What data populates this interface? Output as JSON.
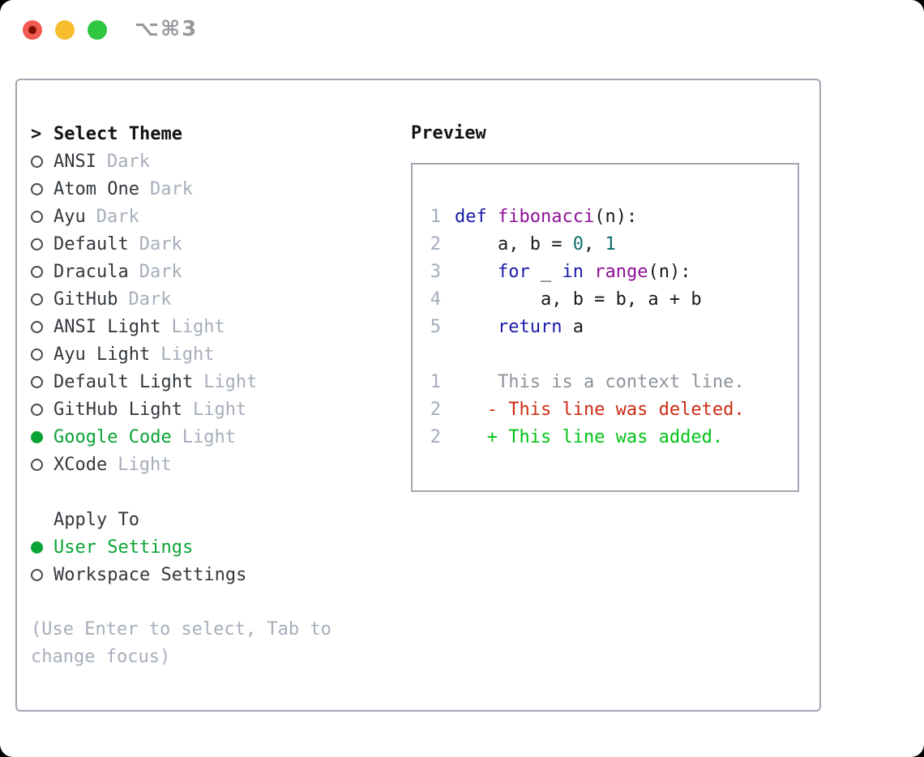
{
  "window": {
    "title": "⌥⌘3"
  },
  "theme_selector": {
    "pointer": ">",
    "title": "Select Theme",
    "items": [
      {
        "name": "ANSI",
        "variant": "Dark",
        "selected": false
      },
      {
        "name": "Atom One",
        "variant": "Dark",
        "selected": false
      },
      {
        "name": "Ayu",
        "variant": "Dark",
        "selected": false
      },
      {
        "name": "Default",
        "variant": "Dark",
        "selected": false
      },
      {
        "name": "Dracula",
        "variant": "Dark",
        "selected": false
      },
      {
        "name": "GitHub",
        "variant": "Dark",
        "selected": false
      },
      {
        "name": "ANSI Light",
        "variant": "Light",
        "selected": false
      },
      {
        "name": "Ayu Light",
        "variant": "Light",
        "selected": false
      },
      {
        "name": "Default Light",
        "variant": "Light",
        "selected": false
      },
      {
        "name": "GitHub Light",
        "variant": "Light",
        "selected": false
      },
      {
        "name": "Google Code",
        "variant": "Light",
        "selected": true
      },
      {
        "name": "XCode",
        "variant": "Light",
        "selected": false
      }
    ],
    "apply_to": {
      "label": "Apply To",
      "options": [
        {
          "label": "User Settings",
          "selected": true
        },
        {
          "label": "Workspace Settings",
          "selected": false
        }
      ]
    },
    "hint_lines": [
      "(Use Enter to select, Tab to",
      "change focus)"
    ]
  },
  "preview": {
    "title": "Preview",
    "lines": [
      {
        "num": "1",
        "tokens": [
          {
            "t": "def",
            "c": "keyword"
          },
          {
            "t": " ",
            "c": "plain"
          },
          {
            "t": "fibonacci",
            "c": "function"
          },
          {
            "t": "(n):",
            "c": "plain"
          }
        ]
      },
      {
        "num": "2",
        "tokens": [
          {
            "t": "    a, b = ",
            "c": "plain"
          },
          {
            "t": "0",
            "c": "literal"
          },
          {
            "t": ", ",
            "c": "plain"
          },
          {
            "t": "1",
            "c": "literal"
          }
        ]
      },
      {
        "num": "3",
        "tokens": [
          {
            "t": "    ",
            "c": "plain"
          },
          {
            "t": "for",
            "c": "keyword"
          },
          {
            "t": " _ ",
            "c": "plain"
          },
          {
            "t": "in",
            "c": "keyword"
          },
          {
            "t": " ",
            "c": "plain"
          },
          {
            "t": "range",
            "c": "function"
          },
          {
            "t": "(n):",
            "c": "plain"
          }
        ]
      },
      {
        "num": "4",
        "tokens": [
          {
            "t": "        a, b = b, a + b",
            "c": "plain"
          }
        ]
      },
      {
        "num": "5",
        "tokens": [
          {
            "t": "    ",
            "c": "plain"
          },
          {
            "t": "return",
            "c": "keyword"
          },
          {
            "t": " a",
            "c": "plain"
          }
        ]
      },
      {
        "num": "",
        "tokens": []
      },
      {
        "num": "1",
        "tokens": [
          {
            "t": "    This is a context line.",
            "c": "context"
          }
        ]
      },
      {
        "num": "2",
        "tokens": [
          {
            "t": "   - This line was deleted.",
            "c": "deleted"
          }
        ]
      },
      {
        "num": "2",
        "tokens": [
          {
            "t": "   + This line was added.",
            "c": "added"
          }
        ]
      }
    ]
  },
  "colors": {
    "traffic_red": "#f15b51",
    "traffic_red_dot": "#7e0d03",
    "traffic_yellow": "#f7bd2f",
    "traffic_green": "#2fc642",
    "titlebar_text": "#97979c",
    "panel_border": "#a0a7b1",
    "text_primary": "#111417",
    "item_name": "#33383d",
    "muted": "#a6aeba",
    "selected_green": "#0aa336",
    "ring": "#45494e",
    "line_number": "#a4adbb",
    "code_plain": "#1a1a1a",
    "code_keyword": "#1a1aa8",
    "code_function": "#8e1199",
    "code_literal": "#0d6d6d",
    "diff_context": "#8d939c",
    "diff_deleted": "#cb2b10",
    "diff_added": "#00c314"
  }
}
